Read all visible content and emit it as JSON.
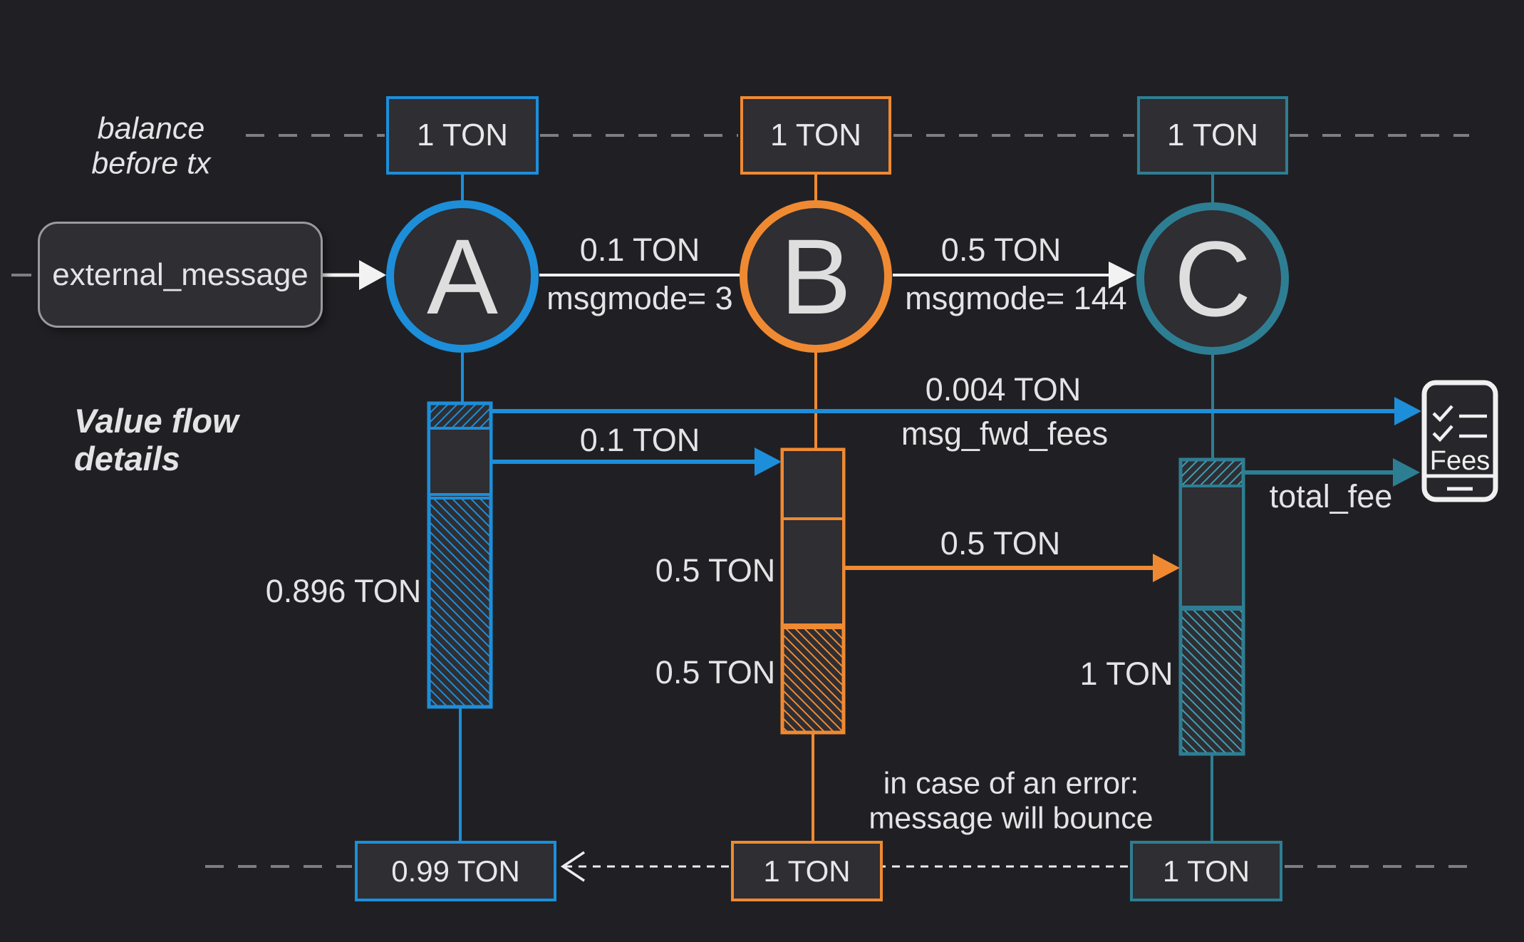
{
  "colors": {
    "background": "#202024",
    "panel_fill": "#2e2e33",
    "blue": "#1d8eda",
    "orange": "#f08a32",
    "teal": "#2e7e93",
    "white_line": "#f2f2f2",
    "dash_gray": "#7d7d82"
  },
  "notes": {
    "balance_before_tx": "balance\nbefore tx",
    "value_flow_details": "Value flow\ndetails",
    "bounce": "in case of an error:\nmessage will bounce"
  },
  "external_message": {
    "label": "external_message"
  },
  "contracts": {
    "a": {
      "letter": "A",
      "balance_before": "1 TON",
      "balance_after": "0.99 TON"
    },
    "b": {
      "letter": "B",
      "balance_before": "1 TON",
      "balance_after": "1 TON"
    },
    "c": {
      "letter": "C",
      "balance_before": "1 TON",
      "balance_after": "1 TON"
    }
  },
  "messages": {
    "a_to_b": {
      "amount": "0.1 TON",
      "msgmode": "msgmode= 3"
    },
    "b_to_c": {
      "amount": "0.5 TON",
      "msgmode": "msgmode= 144"
    }
  },
  "flows": {
    "msg_fwd_fees_amount": "0.004 TON",
    "msg_fwd_fees_label": "msg_fwd_fees",
    "a_sent_value": "0.1 TON",
    "a_remaining": "0.896 TON",
    "b_kept_value": "0.5 TON",
    "b_hatched_value": "0.5 TON",
    "b_to_c_value": "0.5 TON",
    "c_result_value": "1 TON",
    "total_fee_label": "total_fee"
  },
  "fees_box": {
    "label": "Fees"
  }
}
